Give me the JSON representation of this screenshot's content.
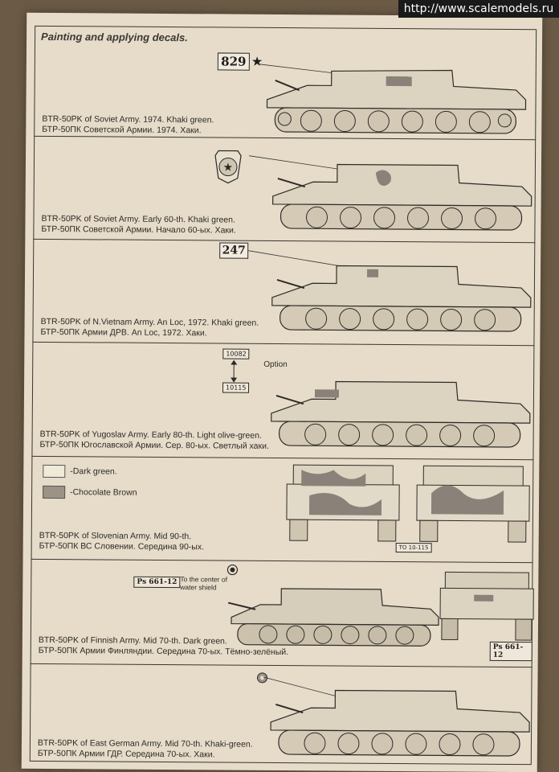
{
  "watermark": "http://www.scalemodels.ru",
  "heading": "Painting and applying decals.",
  "panels": [
    {
      "caption_en": "BTR-50PK of Soviet Army. 1974. Khaki green.",
      "caption_ru": "БТР-50ПК Советской Армии. 1974. Хаки.",
      "marking": "829"
    },
    {
      "caption_en": "BTR-50PK of Soviet Army. Early 60-th. Khaki green.",
      "caption_ru": "БТР-50ПК Советской Армии. Начало 60-ых. Хаки."
    },
    {
      "caption_en": "BTR-50PK of N.Vietnam Army. An Loc, 1972. Khaki green.",
      "caption_ru": "БТР-50ПК Армии ДРВ. An Loc, 1972. Хаки.",
      "marking": "247"
    },
    {
      "caption_en": "BTR-50PK of Yugoslav Army. Early 80-th. Light olive-green.",
      "caption_ru": "БТР-50ПК Югославской Армии. Сер. 80-ых. Светлый хаки.",
      "marking_top": "10082",
      "marking_bottom": "10115",
      "option": "Option"
    },
    {
      "caption_en": "BTR-50PK of Slovenian Army. Mid 90-th.",
      "caption_ru": "БТР-50ПК ВС Словении. Середина 90-ых.",
      "legend_dark": "-Dark green.",
      "legend_brown": "-Chocolate Brown",
      "rear_marking": "TO 10-115"
    },
    {
      "caption_en": "BTR-50PK of Finnish Army. Mid 70-th. Dark green.",
      "caption_ru": "БТР-50ПК Армии Финляндии. Середина 70-ых. Тёмно-зелёный.",
      "marking": "Ps 661-12",
      "note_line1": "To the center of",
      "note_line2": "water shield"
    },
    {
      "caption_en": "BTR-50PK of East German Army. Mid 70-th. Khaki-green.",
      "caption_ru": "БТР-50ПК Армии ГДР. Середина 70-ых. Хаки."
    }
  ]
}
